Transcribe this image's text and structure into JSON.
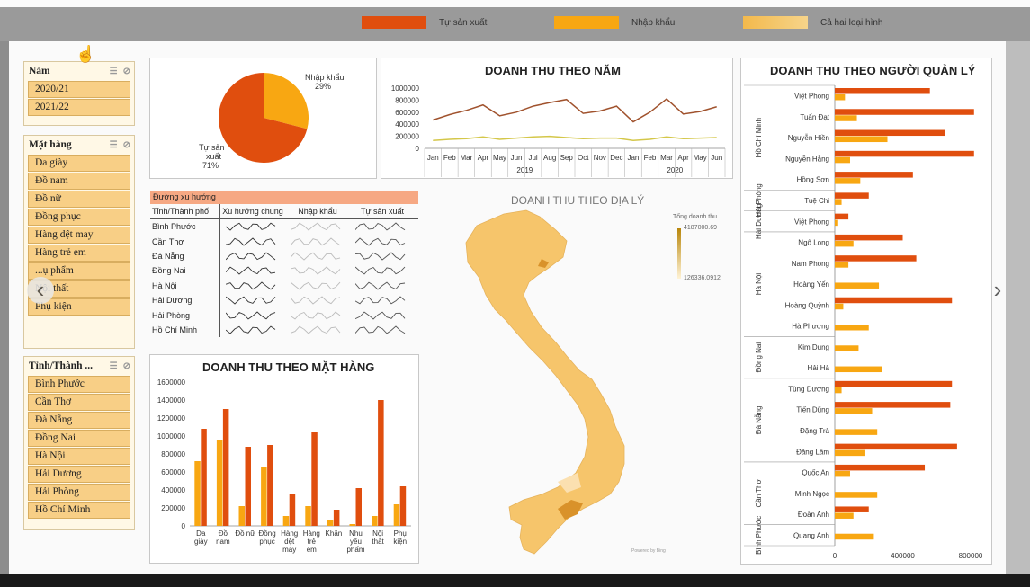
{
  "legend": {
    "items": [
      {
        "label": "Tự sản xuất",
        "color": "#e04e0e"
      },
      {
        "label": "Nhập khẩu",
        "color": "#f8a712"
      },
      {
        "label": "Cả hai loại hình",
        "color": "#f3c060"
      }
    ]
  },
  "slicers": {
    "year": {
      "title": "Năm",
      "items": [
        "2020/21",
        "2021/22"
      ]
    },
    "product": {
      "title": "Mặt hàng",
      "items": [
        "Da giày",
        "Đồ nam",
        "Đồ nữ",
        "Đồng phục",
        "Hàng dệt may",
        "Hàng trẻ em",
        "...ụ phẩm",
        "Nội thất",
        "Phụ kiện"
      ]
    },
    "province": {
      "title": "Tỉnh/Thành ...",
      "items": [
        "Bình Phước",
        "Cần Thơ",
        "Đà Nẵng",
        "Đồng Nai",
        "Hà Nội",
        "Hải Dương",
        "Hải Phòng",
        "Hồ Chí Minh"
      ]
    }
  },
  "pie": {
    "chart_data": {
      "type": "pie",
      "labels": [
        "Nhập khẩu",
        "Tự sản xuất"
      ],
      "values": [
        29,
        71
      ],
      "display": [
        "29%",
        "71%"
      ],
      "colors": [
        "#f8a712",
        "#e04e0e"
      ]
    }
  },
  "trend": {
    "header": "Đường xu hướng",
    "columns": [
      "Tỉnh/Thành phố",
      "Xu hướng chung",
      "Nhập khẩu",
      "Tự sản xuất"
    ],
    "rows": [
      "Bình Phước",
      "Cần Thơ",
      "Đà Nẵng",
      "Đồng Nai",
      "Hà Nội",
      "Hải Dương",
      "Hải Phòng",
      "Hồ Chí Minh"
    ]
  },
  "year_chart": {
    "title": "DOANH THU THEO NĂM",
    "chart_data": {
      "type": "line",
      "x": [
        "Jan",
        "Feb",
        "Mar",
        "Apr",
        "May",
        "Jun",
        "Jul",
        "Aug",
        "Sep",
        "Oct",
        "Nov",
        "Dec",
        "Jan",
        "Feb",
        "Mar",
        "Apr",
        "May",
        "Jun"
      ],
      "groups": [
        {
          "label": "2019",
          "span": 12
        },
        {
          "label": "2020",
          "span": 6
        }
      ],
      "y_ticks": [
        "0",
        "200000",
        "400000",
        "600000",
        "800000",
        "1000000"
      ],
      "ylim": [
        0,
        1000000
      ],
      "series": [
        {
          "color": "#a0522d",
          "values": [
            470000,
            560000,
            630000,
            720000,
            540000,
            600000,
            700000,
            760000,
            810000,
            580000,
            620000,
            700000,
            440000,
            600000,
            820000,
            570000,
            610000,
            690000
          ]
        },
        {
          "color": "#d4c74a",
          "values": [
            130000,
            150000,
            160000,
            190000,
            150000,
            170000,
            190000,
            200000,
            180000,
            160000,
            170000,
            170000,
            130000,
            150000,
            190000,
            160000,
            170000,
            180000
          ]
        }
      ]
    }
  },
  "map": {
    "title": "DOANH THU THEO ĐỊA LÝ",
    "legend_title": "Tổng doanh thu",
    "max": "4187000.69",
    "min": "126336.0912",
    "credit": "Powered by Bing"
  },
  "product_chart": {
    "title": "DOANH THU THEO MẶT HÀNG",
    "chart_data": {
      "type": "bar",
      "categories": [
        "Da giày",
        "Đồ nam",
        "Đồ nữ",
        "Đồng phục",
        "Hàng dệt may",
        "Hàng trẻ em",
        "Khăn",
        "Nhu yếu phẩm",
        "Nội thất",
        "Phụ kiện"
      ],
      "category_lines": [
        [
          "Da",
          "giày"
        ],
        [
          "Đồ",
          "nam"
        ],
        [
          "Đồ nữ"
        ],
        [
          "Đồng",
          "phục"
        ],
        [
          "Hàng",
          "dệt",
          "may"
        ],
        [
          "Hàng",
          "trẻ",
          "em"
        ],
        [
          "Khăn"
        ],
        [
          "Nhu",
          "yếu",
          "phẩm"
        ],
        [
          "Nội",
          "thất"
        ],
        [
          "Phụ",
          "kiện"
        ]
      ],
      "y_ticks": [
        "0",
        "200000",
        "400000",
        "600000",
        "800000",
        "1000000",
        "1200000",
        "1400000",
        "1600000"
      ],
      "ylim": [
        0,
        1600000
      ],
      "series": [
        {
          "color": "#f8a712",
          "values": [
            720000,
            950000,
            220000,
            660000,
            110000,
            220000,
            70000,
            20000,
            110000,
            240000
          ]
        },
        {
          "color": "#e04e0e",
          "values": [
            1080000,
            1300000,
            880000,
            900000,
            350000,
            1040000,
            180000,
            420000,
            1400000,
            440000
          ]
        }
      ]
    }
  },
  "manager_chart": {
    "title": "DOANH THU THEO NGƯỜI QUẢN LÝ",
    "chart_data": {
      "type": "bar",
      "orientation": "horizontal",
      "xlim": [
        0,
        800000
      ],
      "x_ticks": [
        "0",
        "400000",
        "800000"
      ],
      "groups": [
        {
          "label": "Hồ Chí Minh",
          "items": [
            "Việt Phong",
            "Tuấn Đạt",
            "Nguyễn Hiền",
            "Nguyễn Hằng",
            "Hồng Sơn"
          ]
        },
        {
          "label": "Hải Phòng",
          "items": [
            "Tuệ Chi"
          ]
        },
        {
          "label": "Hải Dương",
          "items": [
            "Việt Phong"
          ]
        },
        {
          "label": "Hà Nội",
          "items": [
            "Ngô Long",
            "Nam Phong",
            "Hoàng Yến",
            "Hoàng Quỳnh",
            "Hà Phương"
          ]
        },
        {
          "label": "Đồng Nai",
          "items": [
            "Kim Dung",
            "Hải Hà"
          ]
        },
        {
          "label": "Đà Nẵng",
          "items": [
            "Tùng Dương",
            "Tiến Dũng",
            "Đặng Trà",
            "Đăng Lâm"
          ]
        },
        {
          "label": "Cần Thơ",
          "items": [
            "Quốc An",
            "Minh Ngọc",
            "Đoàn Anh"
          ]
        },
        {
          "label": "Bình Phước",
          "items": [
            "Quang Anh"
          ]
        }
      ],
      "series": [
        {
          "color": "#e04e0e",
          "values": [
            560000,
            820000,
            650000,
            820000,
            460000,
            200000,
            80000,
            400000,
            480000,
            0,
            690000,
            0,
            0,
            0,
            690000,
            680000,
            0,
            720000,
            530000,
            0,
            200000,
            0
          ]
        },
        {
          "color": "#f8a712",
          "values": [
            60000,
            130000,
            310000,
            90000,
            150000,
            40000,
            20000,
            110000,
            80000,
            260000,
            50000,
            200000,
            140000,
            280000,
            40000,
            220000,
            250000,
            180000,
            90000,
            250000,
            110000,
            230000
          ]
        }
      ]
    }
  },
  "nav": {
    "prev": "‹",
    "next": "›"
  }
}
